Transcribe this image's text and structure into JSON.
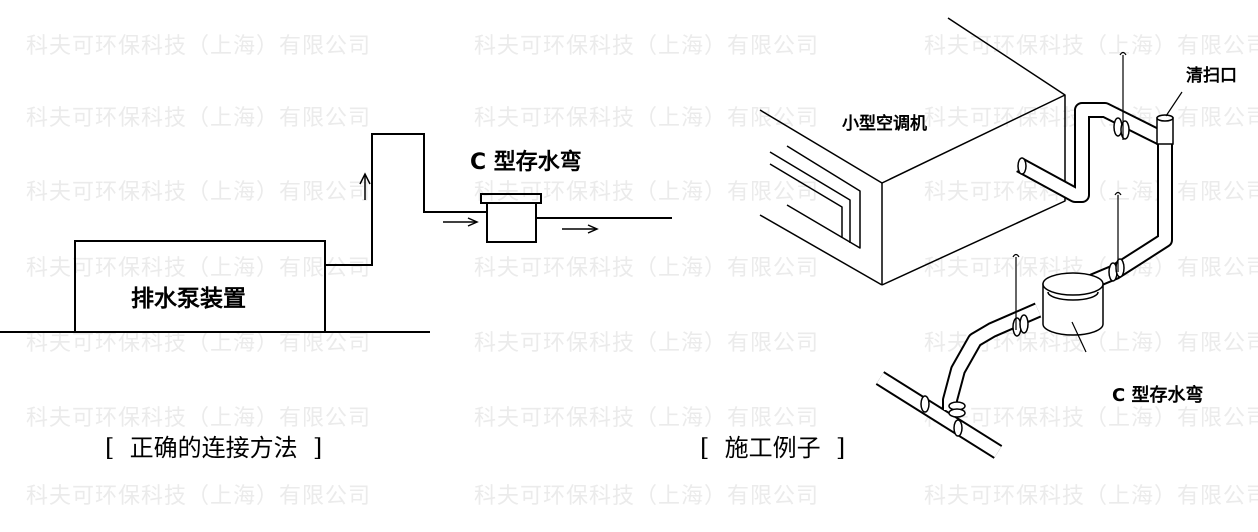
{
  "watermark": "科夫可环保科技（上海）有限公司",
  "left_diagram": {
    "pump_label": "排水泵装置",
    "trap_label": "C 型存水弯",
    "caption": "[  正确的连接方法  ]"
  },
  "right_diagram": {
    "unit_label": "小型空调机",
    "cleanout_label": "清扫口",
    "trap_label": "C 型存水弯",
    "caption": "[  施工例子  ]"
  }
}
